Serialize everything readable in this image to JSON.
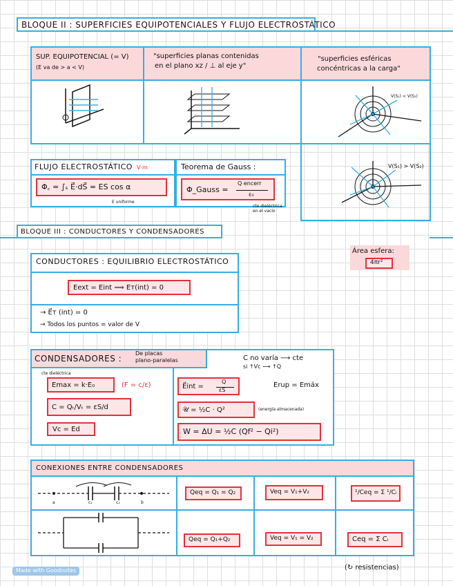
{
  "bloque2": {
    "title": "BLOQUE II : SUPERFICIES  EQUIPOTENCIALES Y FLUJO  ELECTROSTÁTICO",
    "sup_equipotencial": "SUP. EQUIPOTENCIAL  (= V)",
    "sup_note": "(E va de > a < V)",
    "planas": "\"superficies planas contenidas",
    "planas2": "en el plano xz / ⊥ al eje y\"",
    "esfericas": "\"superficies esféricas",
    "esfericas2": "concéntricas a la carga\"",
    "v_label1": "V(S₁) < V(S₂)",
    "v_label2": "V(S₁) > V(S₂)",
    "flujo_title": "FLUJO ELECTROSTÁTICO",
    "flujo_units": "V·m",
    "flujo_formula": "Φ꜀ = ∫ₛ E⃗·dS⃗ = ES cos α",
    "flujo_note": "E uniforme",
    "gauss_title": "Teorema de Gauss :",
    "gauss_formula": "Φ_Gauss =",
    "gauss_num": "Q encerr",
    "gauss_den": "ε₀",
    "gauss_note": "cte dieléctrica en el vacío"
  },
  "bloque3": {
    "title": "BLOQUE III :  CONDUCTORES  Y  CONDENSADORES",
    "area_label": "Área esfera:",
    "area_formula": "4πr²",
    "conductores_title": "CONDUCTORES : EQUILIBRIO ELECTROSTÁTICO",
    "conductores_formula": "Eext = Eint ⟹ Eᴛ(int) = 0",
    "conductores_line1": "→  E⃗ᴛ  (int) = 0",
    "conductores_line2": "→  Todos los puntos  =  valor de V",
    "condensadores_title": "CONDENSADORES :",
    "condensadores_sub1": "De placas",
    "condensadores_sub2": "plano-paralelas",
    "const_dielectrica": "cte dieléctrica",
    "emax": "Emax = k·E₀",
    "f_ratio": "(F = c/ε)",
    "capacidad": "C = Qₜ/Vₜ = εS/d",
    "vc": "Vc = Ed",
    "c_no_varia": "C no varía ⟶ cte",
    "si_vc": "si ↑Vc ⟶ ↑Q",
    "eint": "E⃗int =",
    "eint_num": "Q",
    "eint_den": "εS",
    "erup": "Erup = Emáx",
    "energia": "𝒰 = ½C · Q²",
    "energia_note": "(energía almacenada)",
    "trabajo": "W = ΔU = ½C (Qf² − Qi²)"
  },
  "conexiones": {
    "title": "CONEXIONES  ENTRE  CONDENSADORES",
    "serie_q": "Qeq = Q₁ = Q₂",
    "serie_v": "Veq = V₁+V₂",
    "serie_c": "¹/Ceq = Σ ¹/Cᵢ",
    "paralelo_q": "Qeq = Q₁+Q₂",
    "paralelo_v": "Veq = V₁ = V₂",
    "paralelo_c": "Ceq = Σ Cᵢ",
    "nota": "(↻ resistencias)",
    "label_a": "a",
    "label_b": "b",
    "label_c1": "c₁",
    "label_c2": "c₂"
  },
  "watermark": "Made with Goodnotes",
  "colors": {
    "blue": "#35aee0",
    "red": "#e2303a",
    "pink": "#fbd9da"
  }
}
